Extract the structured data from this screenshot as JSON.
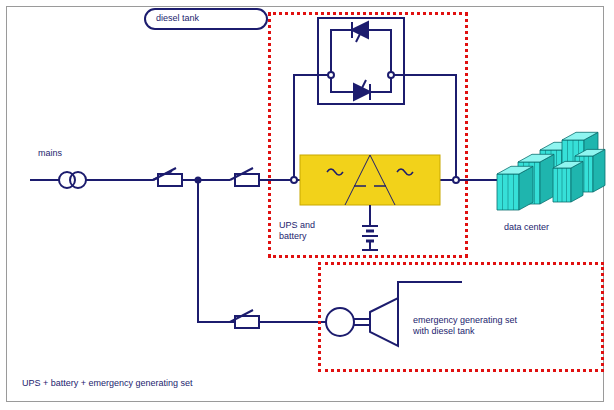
{
  "diagram": {
    "caption": "UPS + battery + emergency generating set",
    "nodes": [
      {
        "text": [
          "UPS and battery"
        ]
      },
      {
        "text": [
          "emergency generating set with diesel tank"
        ]
      },
      {
        "text": [
          "diesel tank"
        ],
        "in": 1
      }
    ],
    "edges": [
      {
        "from": 1,
        "to": 0,
        "arrow": "none"
      }
    ],
    "labels": [
      "mains",
      "data center"
    ]
  }
}
